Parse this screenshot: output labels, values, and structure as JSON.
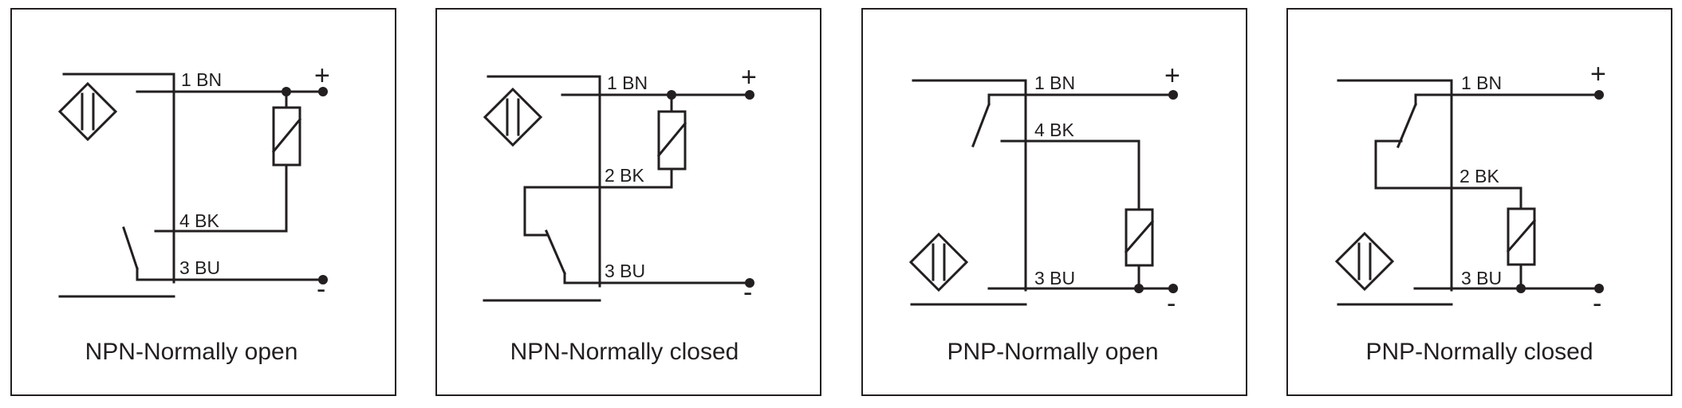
{
  "colors": {
    "line": "#231f20",
    "background": "#ffffff"
  },
  "icons": {
    "sensor": "proximity-sensor-diamond-icon",
    "load": "load-resistor-icon",
    "switch": "switch-contact-icon"
  },
  "panels": [
    {
      "caption": "NPN-Normally open",
      "wires": {
        "brown": "1 BN",
        "black": "4 BK",
        "blue": "3 BU"
      },
      "plus": "+",
      "minus": "-"
    },
    {
      "caption": "NPN-Normally closed",
      "wires": {
        "brown": "1 BN",
        "black": "2 BK",
        "blue": "3 BU"
      },
      "plus": "+",
      "minus": "-"
    },
    {
      "caption": "PNP-Normally open",
      "wires": {
        "brown": "1 BN",
        "black": "4 BK",
        "blue": "3 BU"
      },
      "plus": "+",
      "minus": "-"
    },
    {
      "caption": "PNP-Normally closed",
      "wires": {
        "brown": "1 BN",
        "black": "2 BK",
        "blue": "3 BU"
      },
      "plus": "+",
      "minus": "-"
    }
  ]
}
